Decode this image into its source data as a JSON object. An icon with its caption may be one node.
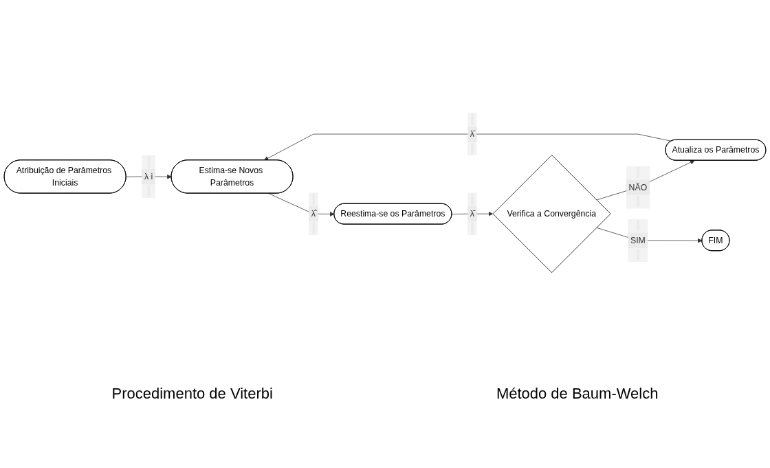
{
  "diagram": {
    "nodes": [
      {
        "text": [
          "Atribuição de Parâmetros Iniciais"
        ]
      },
      {
        "text": [
          "Estima-se Novos Parâmetros"
        ]
      },
      {
        "text": [
          "Atualiza os Parâmetros"
        ]
      },
      {
        "text": [
          "Verifica a Convergência"
        ]
      },
      {
        "text": [
          "Reestima-se os Parâmetros"
        ]
      },
      {
        "text": [
          "FIM"
        ]
      }
    ],
    "edges": [
      {
        "from": 0,
        "to": 1,
        "arrow": "to",
        "label": "λ i"
      },
      {
        "from": 2,
        "to": 1,
        "arrow": "to",
        "label": "λ̄"
      },
      {
        "from": 1,
        "to": 4,
        "arrow": "to",
        "label": "λ̂"
      },
      {
        "from": 4,
        "to": 3,
        "arrow": "to",
        "label": "λ̄"
      },
      {
        "from": 3,
        "to": 2,
        "arrow": "to",
        "label": "NÃO"
      },
      {
        "from": 3,
        "to": 5,
        "arrow": "to",
        "label": "SIM"
      }
    ],
    "labels": [
      "Procedimento de Viterbi",
      "Método de Baum-Welch"
    ]
  }
}
